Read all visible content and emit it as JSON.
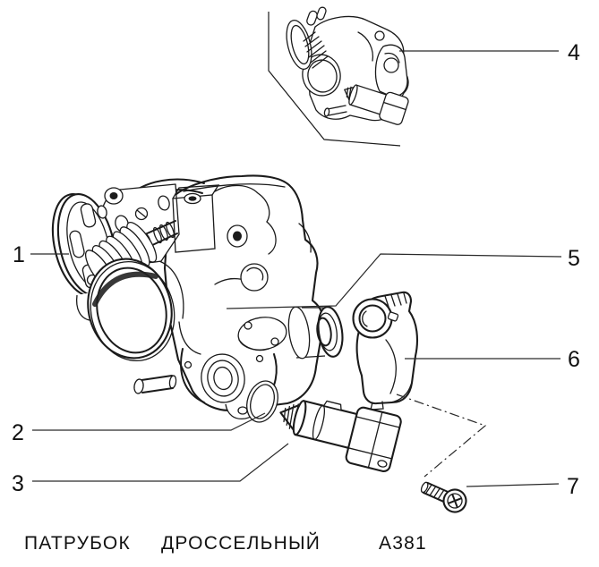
{
  "diagram": {
    "type": "exploded-parts-drawing",
    "callouts": {
      "n1": "1",
      "n2": "2",
      "n3": "3",
      "n4": "4",
      "n5": "5",
      "n6": "6",
      "n7": "7"
    },
    "caption": {
      "word1": "ПАТРУБОК",
      "word2": "ДРОССЕЛЬНЫЙ",
      "code": "А381"
    },
    "colors": {
      "ink": "#1b1b1b",
      "paper": "#ffffff"
    }
  }
}
